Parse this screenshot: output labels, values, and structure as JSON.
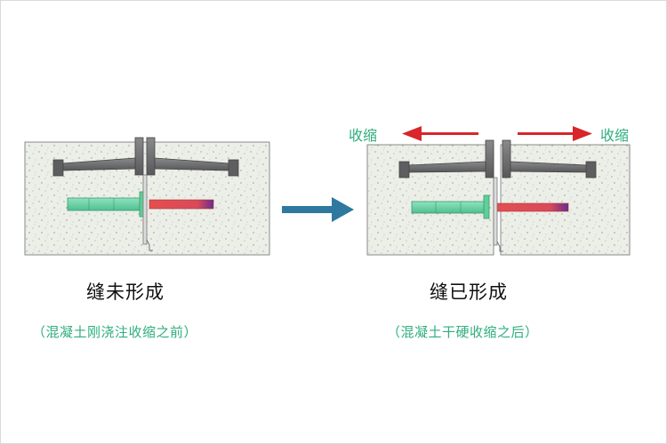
{
  "left_panel": {
    "caption": "缝未形成",
    "note": "（混凝土刚浇注收缩之前）"
  },
  "right_panel": {
    "caption": "缝已形成",
    "note": "（混凝土干硬收缩之后）",
    "shrink_left": "收缩",
    "shrink_right": "收缩"
  },
  "colors": {
    "concrete": "#e9ebe5",
    "anchor": "#6e6e70",
    "dowel_sleeve": "#6fd6a6",
    "dowel_bar": "#e25757",
    "transition_arrow": "#2f78a0",
    "shrink_arrow": "#d8262b",
    "note_text": "#2fae7e"
  }
}
